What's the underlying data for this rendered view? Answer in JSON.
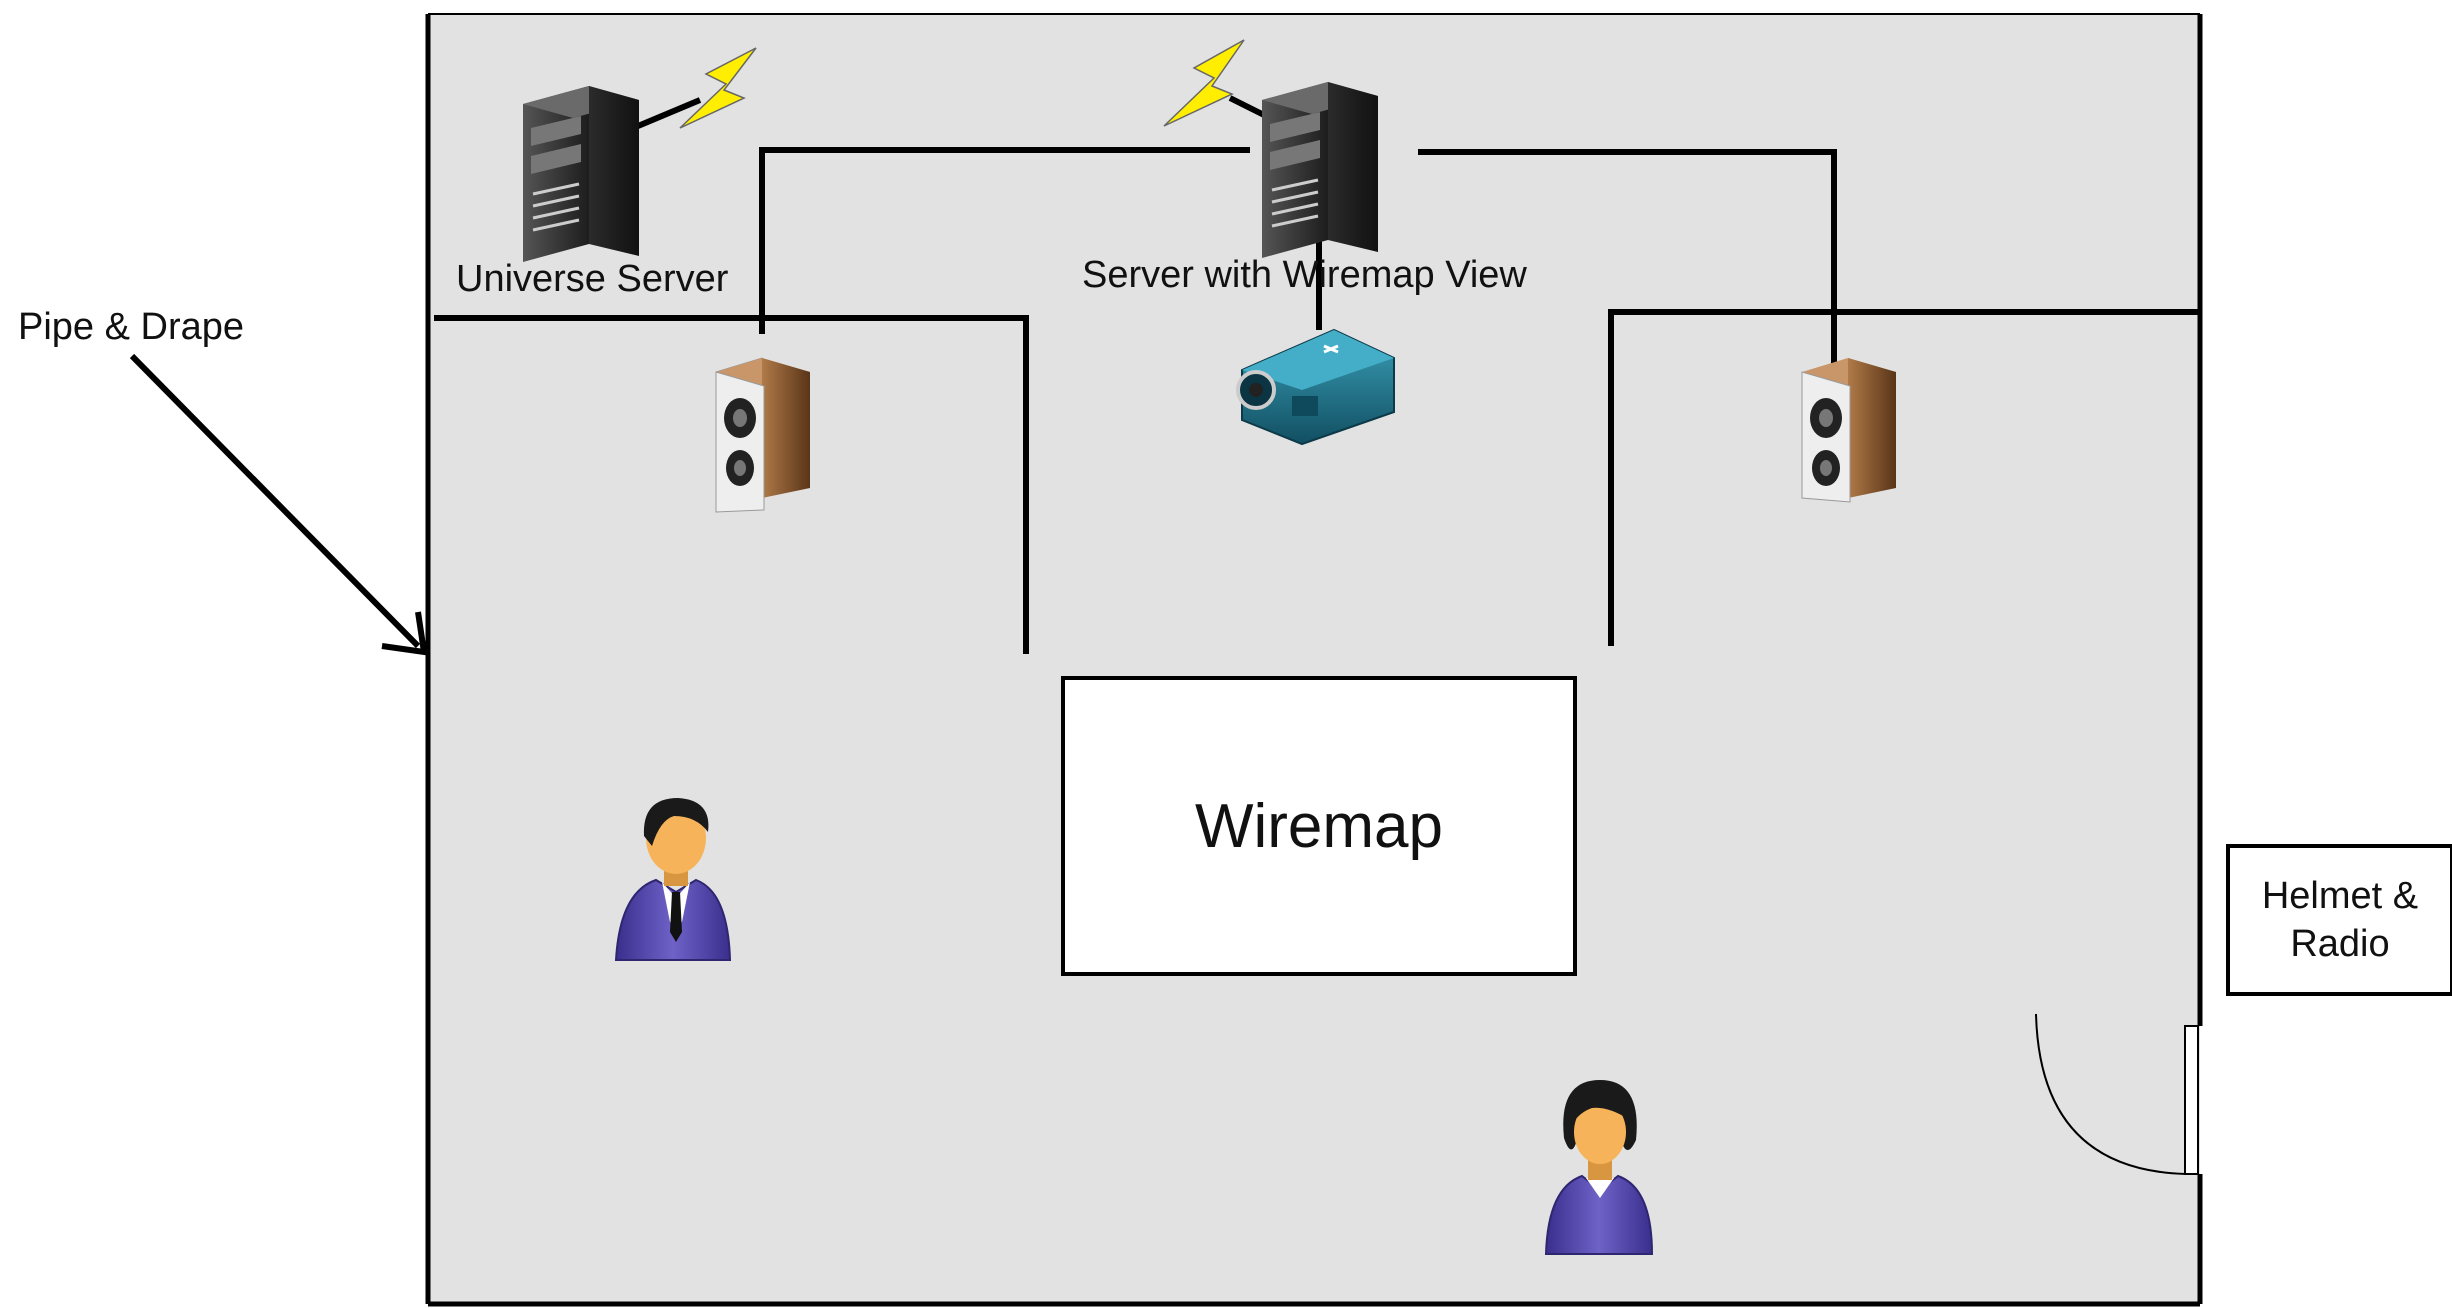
{
  "labels": {
    "pipe_drape": "Pipe & Drape",
    "universe_server": "Universe Server",
    "server_wiremap_view": "Server with Wiremap View",
    "wiremap": "Wiremap",
    "helmet_radio": "Helmet &\nRadio"
  },
  "icons": [
    "server-tower-icon",
    "lightning-bolt-icon",
    "speaker-icon",
    "projector-icon",
    "man-person-icon",
    "woman-person-icon",
    "door-swing-icon",
    "arrow-icon"
  ],
  "colors": {
    "room_fill": "#e2e2e2",
    "line": "#000000",
    "server_body": "#2a2a2a",
    "lightning": "#ffee00",
    "speaker_wood": "#8a5a32",
    "projector": "#1e6f86",
    "person_suit": "#5a4fb0",
    "skin": "#f6b35a"
  }
}
